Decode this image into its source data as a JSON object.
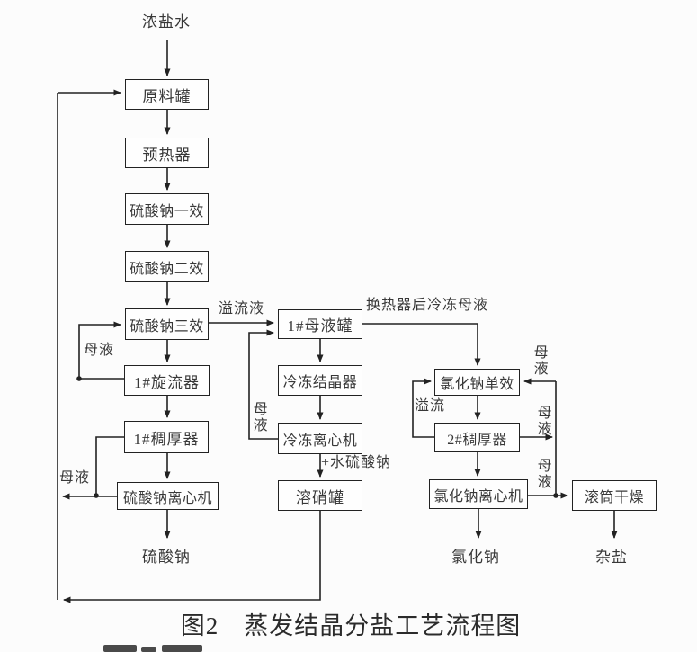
{
  "caption": "图2　蒸发结晶分盐工艺流程图",
  "io_labels": {
    "brine_in": "浓盐水",
    "sodium_sulfate_out": "硫酸钠",
    "sodium_chloride_out": "氯化钠",
    "misc_salt_out": "杂盐"
  },
  "nodes": {
    "raw_material_tank": {
      "label": "原料罐"
    },
    "preheater": {
      "label": "预热器"
    },
    "na2so4_effect_1": {
      "label": "硫酸钠一效"
    },
    "na2so4_effect_2": {
      "label": "硫酸钠二效"
    },
    "na2so4_effect_3": {
      "label": "硫酸钠三效"
    },
    "cyclone_1": {
      "label": "1#旋流器"
    },
    "thickener_1": {
      "label": "1#稠厚器"
    },
    "na2so4_centrifuge": {
      "label": "硫酸钠离心机"
    },
    "mother_liquor_tank_1": {
      "label": "1#母液罐"
    },
    "freeze_crystallizer": {
      "label": "冷冻结晶器"
    },
    "freeze_centrifuge": {
      "label": "冷冻离心机"
    },
    "nitrate_dissolving_tank": {
      "label": "溶硝罐"
    },
    "nacl_single_effect": {
      "label": "氯化钠单效"
    },
    "thickener_2": {
      "label": "2#稠厚器"
    },
    "nacl_centrifuge": {
      "label": "氯化钠离心机"
    },
    "drum_dryer": {
      "label": "滚筒干燥"
    }
  },
  "edge_labels": {
    "overflow_liquid": "溢流液",
    "mother_liquor_cyclone_loop": "母液",
    "mother_liquor_left_bottom": "母液",
    "mother_liquor_freeze_loop": "母液",
    "after_heat_exchanger": "换热器后冷冻母液",
    "overflow": "溢流",
    "hydrated_sodium_sulfate": "+水硫酸钠",
    "mother_liquor_right_1": "母液",
    "mother_liquor_right_2": "母液",
    "mother_liquor_right_3": "母液"
  },
  "colors": {
    "line": "#222222",
    "background": "#fcfcfc",
    "text": "#383838"
  }
}
